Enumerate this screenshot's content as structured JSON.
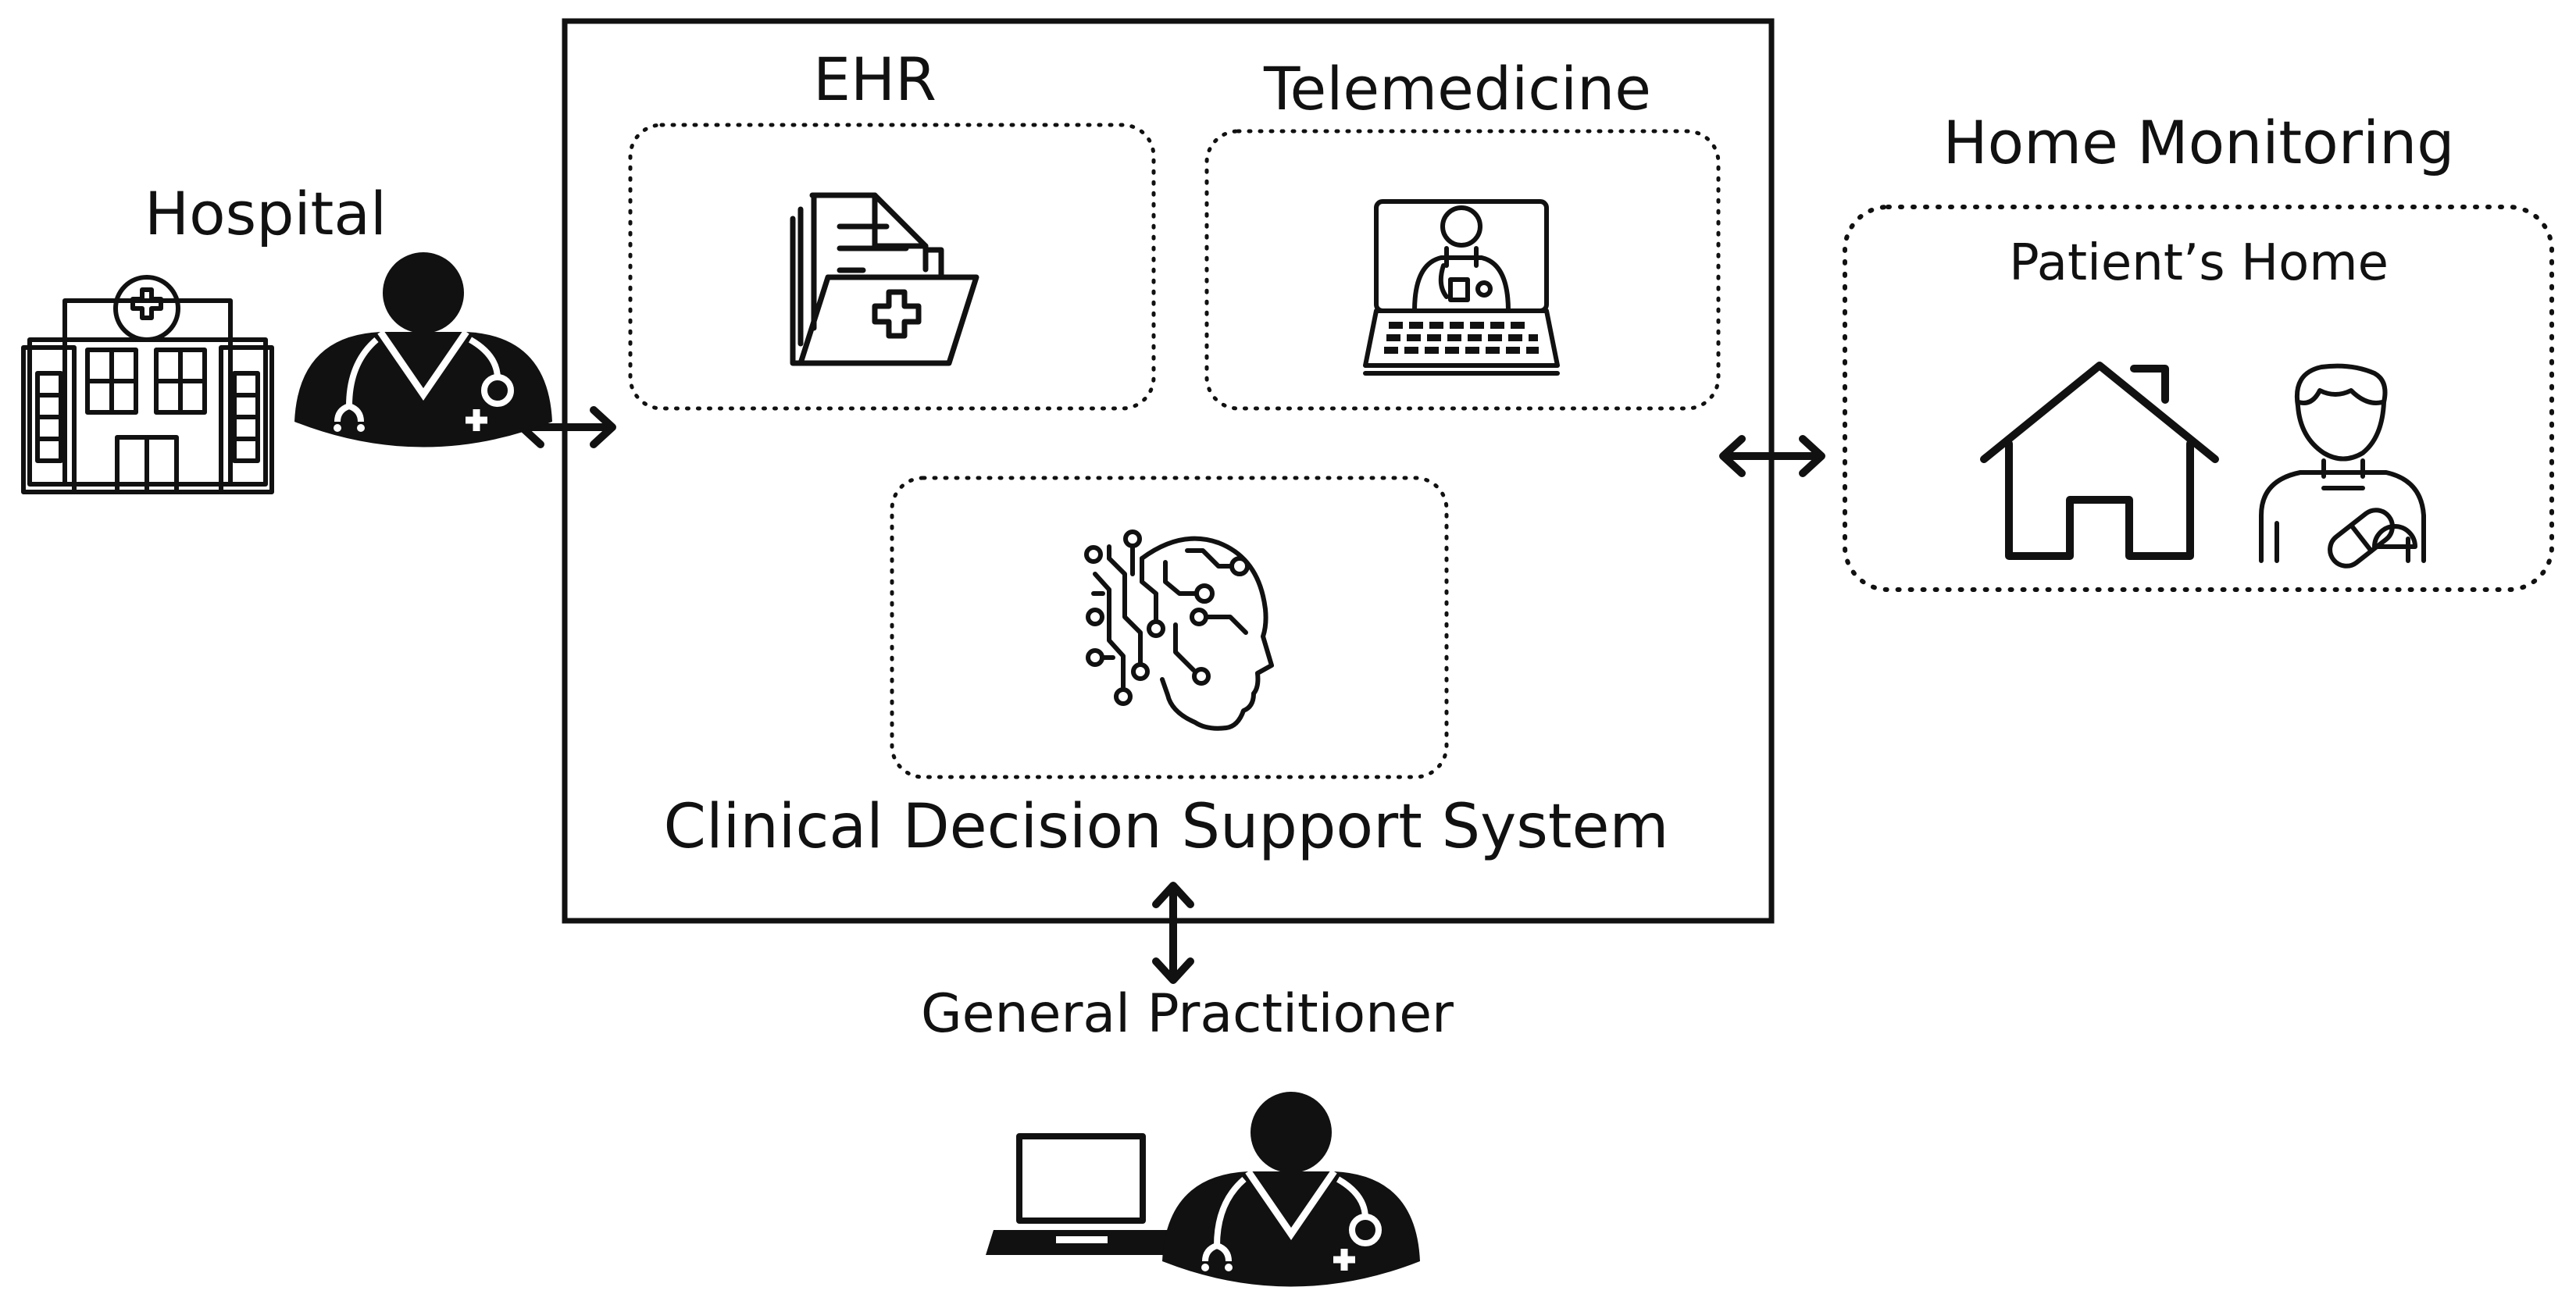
{
  "labels": {
    "hospital": "Hospital",
    "ehr": "EHR",
    "telemedicine": "Telemedicine",
    "home_monitoring": "Home Monitoring",
    "patients_home": "Patient’s Home",
    "cdss": "Clinical Decision Support System",
    "general_practitioner": "General Practitioner"
  },
  "icons": {
    "hospital": "hospital-building-icon",
    "hospital_doctor": "doctor-icon",
    "ehr": "medical-folder-icon",
    "telemedicine": "laptop-video-doctor-icon",
    "ai": "ai-brain-head-icon",
    "home": "house-icon",
    "patient": "patient-with-pill-icon",
    "gp_laptop": "laptop-icon",
    "gp_doctor": "doctor-icon"
  },
  "colors": {
    "stroke": "#111111",
    "background": "#ffffff"
  }
}
